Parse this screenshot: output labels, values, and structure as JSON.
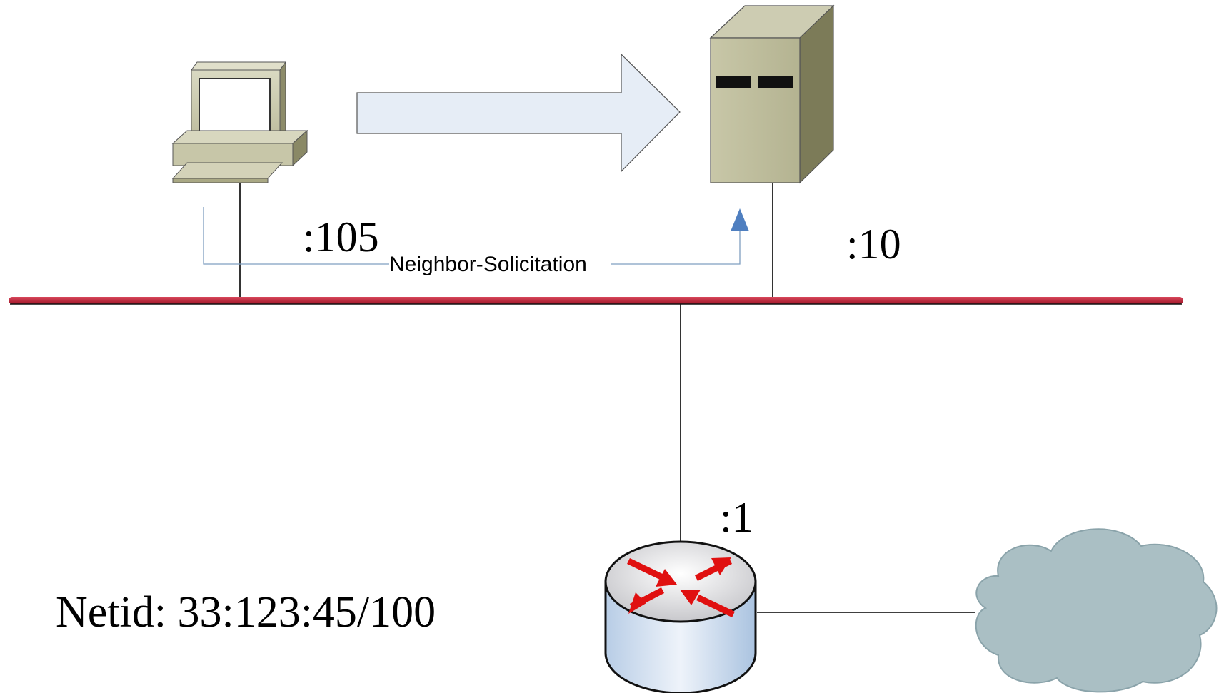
{
  "labels": {
    "pc_address": ":105",
    "server_address": ":10",
    "router_address": ":1",
    "message": "Neighbor-Solicitation",
    "netid": "Netid: 33:123:45/100"
  },
  "icons": {
    "pc": "desktop-computer-icon",
    "server": "tower-server-icon",
    "router": "router-icon",
    "cloud": "cloud-icon",
    "arrow": "large-right-arrow"
  },
  "colors": {
    "bus": "#c0283c",
    "message_line": "#7f9fc0",
    "message_arrowhead": "#4f7fc0",
    "big_arrow_fill": "#e6edf6",
    "device_beige": "#c9c8ae",
    "server_side": "#7c7b58",
    "router_arrows": "#e01010",
    "cloud": "#aabfc4"
  }
}
